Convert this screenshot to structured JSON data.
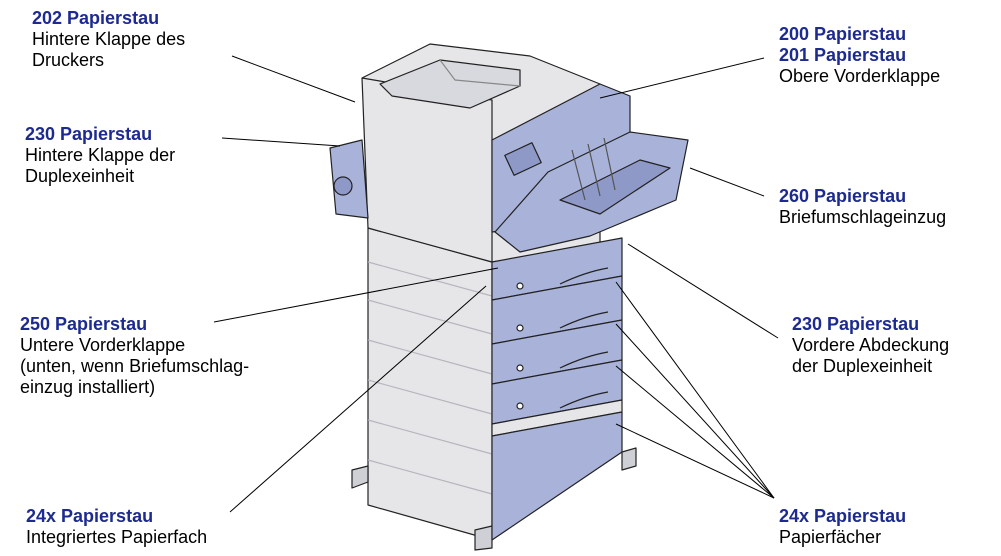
{
  "colors": {
    "code_text": "#1d2a8f",
    "panel_blue": "#a9b3da",
    "panel_blue_dark": "#8e99c8",
    "body_gray": "#e6e6e9",
    "body_shade": "#cfd0d6",
    "outline": "#222222"
  },
  "callouts": [
    {
      "codes": [
        "202 Papierstau"
      ],
      "desc": "Hintere Klappe des\nDruckers"
    },
    {
      "codes": [
        "200 Papierstau",
        "201 Papierstau"
      ],
      "desc": "Obere Vorderklappe"
    },
    {
      "codes": [
        "230 Papierstau"
      ],
      "desc": "Hintere Klappe der\nDuplexeinheit"
    },
    {
      "codes": [
        "260 Papierstau"
      ],
      "desc": "Briefumschlageinzug"
    },
    {
      "codes": [
        "250 Papierstau"
      ],
      "desc": "Untere Vorderklappe\n(unten, wenn Briefumschlag-\neinzug installiert)"
    },
    {
      "codes": [
        "230 Papierstau"
      ],
      "desc": "Vordere Abdeckung\nder Duplexeinheit"
    },
    {
      "codes": [
        "24x Papierstau"
      ],
      "desc": "Integriertes Papierfach"
    },
    {
      "codes": [
        "24x Papierstau"
      ],
      "desc": "Papierfächer"
    }
  ]
}
